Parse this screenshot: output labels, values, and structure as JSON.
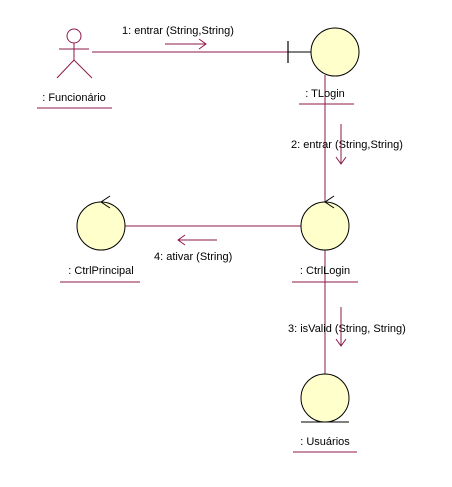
{
  "colors": {
    "line": "#8b1a4a",
    "fill": "#ffffcc",
    "outline": "#000000",
    "actor": "#8b1a4a",
    "text": "#000000"
  },
  "objects": {
    "funcionario": {
      "label": ": Funcionário",
      "kind": "actor"
    },
    "tlogin": {
      "label": ": TLogin",
      "kind": "boundary"
    },
    "ctrlprincipal": {
      "label": ": CtrlPrincipal",
      "kind": "control"
    },
    "ctrllogin": {
      "label": ": CtrlLogin",
      "kind": "control"
    },
    "usuarios": {
      "label": ": Usuários",
      "kind": "entity"
    }
  },
  "messages": {
    "m1": {
      "label": "1: entrar (String,String)",
      "direction": "right"
    },
    "m2": {
      "label": "2: entrar (String,String)",
      "direction": "down"
    },
    "m3": {
      "label": "3: isValid (String, String)",
      "direction": "down"
    },
    "m4": {
      "label": "4: ativar (String)",
      "direction": "left"
    }
  }
}
